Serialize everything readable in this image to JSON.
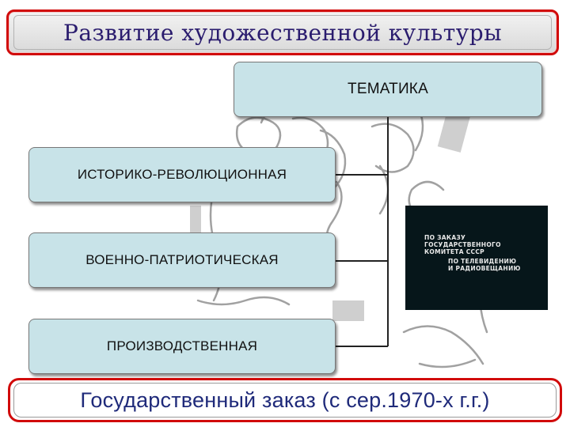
{
  "title": "Развитие художественной культуры",
  "theme_box": {
    "label": "ТЕМАТИКА"
  },
  "categories": [
    {
      "label": "ИСТОРИКО-РЕВОЛЮЦИОННАЯ"
    },
    {
      "label": "ВОЕННО-ПАТРИОТИЧЕСКАЯ"
    },
    {
      "label": "ПРОИЗВОДСТВЕННАЯ"
    }
  ],
  "film_still": {
    "lines": [
      "ПО ЗАКАЗУ",
      "ГОСУДАРСТВЕННОГО",
      "КОМИТЕТА СССР",
      "ПО ТЕЛЕВИДЕНИЮ",
      "И РАДИОВЕЩАНИЮ"
    ]
  },
  "footer": "Государственный заказ (с сер.1970-х г.г.)",
  "colors": {
    "banner_border": "#d10a0a",
    "title_text": "#2a1c6e",
    "box_fill": "#c8e3e8",
    "footer_text": "#1f2a7a",
    "film_bg": "#06161a"
  }
}
